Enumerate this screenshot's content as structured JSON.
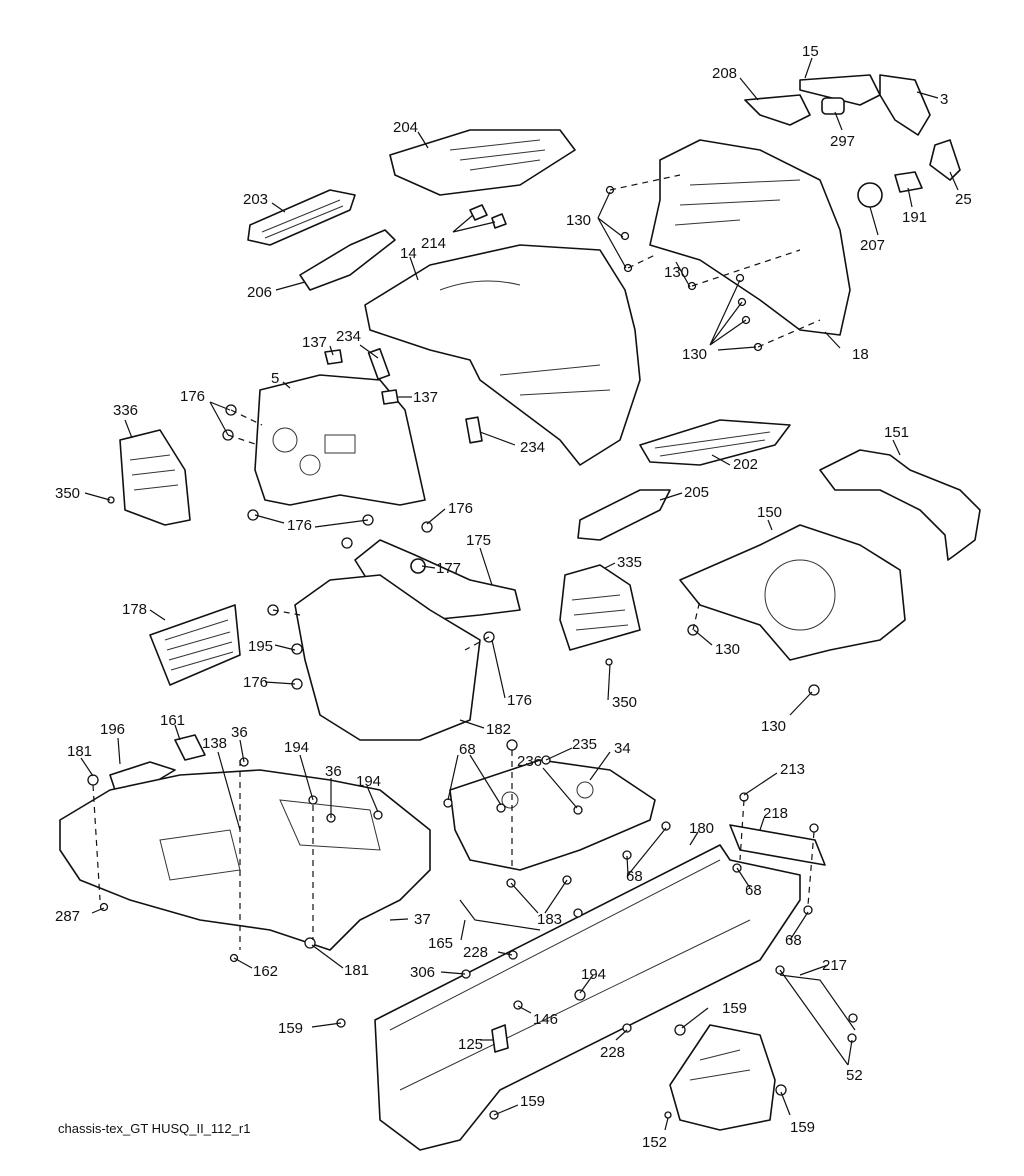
{
  "caption": "chassis-tex_GT HUSQ_II_112_r1",
  "callouts": [
    "15",
    "208",
    "3",
    "297",
    "204",
    "25",
    "191",
    "207",
    "203",
    "130",
    "214",
    "14",
    "206",
    "130",
    "137",
    "234",
    "130",
    "18",
    "5",
    "137",
    "176",
    "336",
    "234",
    "202",
    "350",
    "176",
    "205",
    "151",
    "176",
    "175",
    "150",
    "177",
    "335",
    "178",
    "130",
    "195",
    "176",
    "176",
    "350",
    "182",
    "130",
    "196",
    "161",
    "138",
    "36",
    "194",
    "36",
    "194",
    "181",
    "68",
    "235",
    "236",
    "34",
    "213",
    "218",
    "180",
    "68",
    "287",
    "37",
    "183",
    "68",
    "68",
    "165",
    "228",
    "162",
    "181",
    "306",
    "194",
    "217",
    "146",
    "159",
    "159",
    "228",
    "125",
    "52",
    "159",
    "152",
    "159"
  ]
}
